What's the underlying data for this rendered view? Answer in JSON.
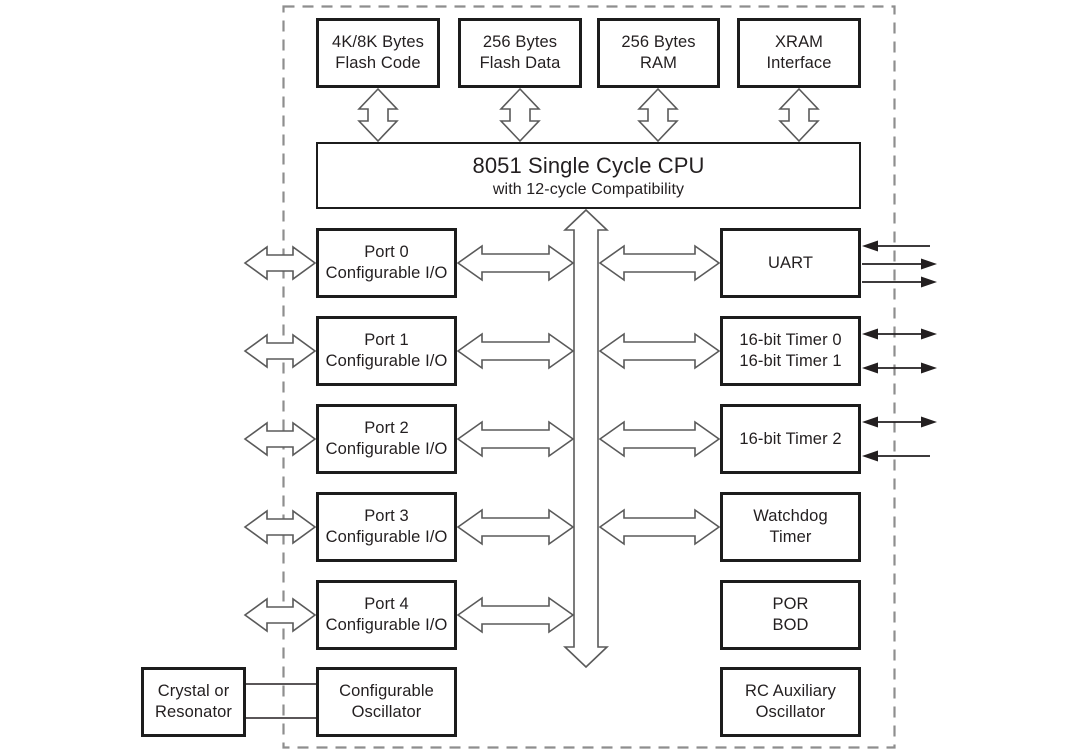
{
  "colors": {
    "line": "#231f20",
    "arrow_outline": "#5a5a5a",
    "dashed_border": "#8e8e8e",
    "box_border": "#1c1c1c",
    "background": "#ffffff"
  },
  "blocks": {
    "flash_code": {
      "line1": "4K/8K Bytes",
      "line2": "Flash Code"
    },
    "flash_data": {
      "line1": "256 Bytes",
      "line2": "Flash Data"
    },
    "ram": {
      "line1": "256 Bytes",
      "line2": "RAM"
    },
    "xram": {
      "line1": "XRAM",
      "line2": "Interface"
    },
    "cpu": {
      "line1": "8051 Single Cycle CPU",
      "line2": "with 12-cycle Compatibility"
    },
    "port0": {
      "line1": "Port 0",
      "line2": "Configurable I/O"
    },
    "port1": {
      "line1": "Port 1",
      "line2": "Configurable I/O"
    },
    "port2": {
      "line1": "Port 2",
      "line2": "Configurable I/O"
    },
    "port3": {
      "line1": "Port 3",
      "line2": "Configurable I/O"
    },
    "port4": {
      "line1": "Port 4",
      "line2": "Configurable I/O"
    },
    "uart": {
      "line1": "UART"
    },
    "timer01": {
      "line1": "16-bit Timer 0",
      "line2": "16-bit Timer 1"
    },
    "timer2": {
      "line1": "16-bit Timer 2"
    },
    "watchdog": {
      "line1": "Watchdog",
      "line2": "Timer"
    },
    "por_bod": {
      "line1": "POR",
      "line2": "BOD"
    },
    "rc_osc": {
      "line1": "RC Auxiliary",
      "line2": "Oscillator"
    },
    "crystal": {
      "line1": "Crystal or",
      "line2": "Resonator"
    },
    "config_osc": {
      "line1": "Configurable",
      "line2": "Oscillator"
    }
  }
}
